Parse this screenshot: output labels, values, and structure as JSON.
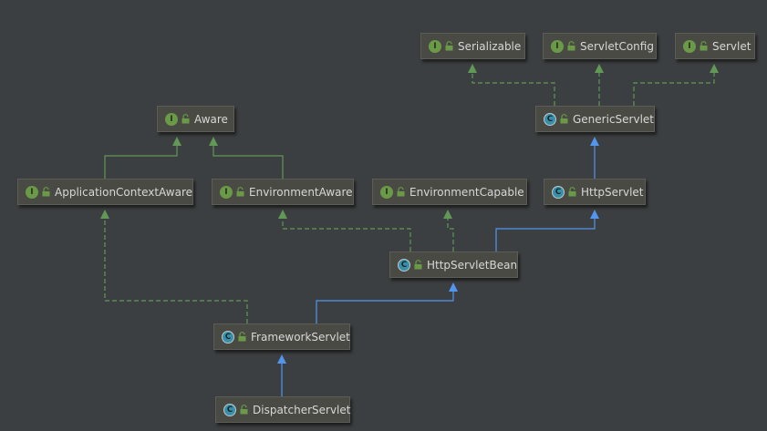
{
  "colors": {
    "background": "#3c3f41",
    "implements_edge": "#629755",
    "extends_edge": "#5394ec",
    "interface_badge": "#6a9a47",
    "class_badge": "#3a8fa8"
  },
  "nodes": [
    {
      "id": "serializable",
      "label": "Serializable",
      "kind": "I",
      "icon": "interface-icon"
    },
    {
      "id": "servletconfig",
      "label": "ServletConfig",
      "kind": "I",
      "icon": "interface-icon"
    },
    {
      "id": "servlet",
      "label": "Servlet",
      "kind": "I",
      "icon": "interface-icon"
    },
    {
      "id": "aware",
      "label": "Aware",
      "kind": "I",
      "icon": "interface-icon"
    },
    {
      "id": "genericservlet",
      "label": "GenericServlet",
      "kind": "C",
      "icon": "class-icon"
    },
    {
      "id": "applicationcontextaware",
      "label": "ApplicationContextAware",
      "kind": "I",
      "icon": "interface-icon"
    },
    {
      "id": "environmentaware",
      "label": "EnvironmentAware",
      "kind": "I",
      "icon": "interface-icon"
    },
    {
      "id": "environmentcapable",
      "label": "EnvironmentCapable",
      "kind": "I",
      "icon": "interface-icon"
    },
    {
      "id": "httpservlet",
      "label": "HttpServlet",
      "kind": "C",
      "icon": "class-icon"
    },
    {
      "id": "httpservletbean",
      "label": "HttpServletBean",
      "kind": "C",
      "icon": "class-icon"
    },
    {
      "id": "frameworkservlet",
      "label": "FrameworkServlet",
      "kind": "C",
      "icon": "class-icon"
    },
    {
      "id": "dispatcherservlet",
      "label": "DispatcherServlet",
      "kind": "C",
      "icon": "class-icon"
    }
  ],
  "edges": [
    {
      "from": "genericservlet",
      "to": "serializable",
      "type": "implements"
    },
    {
      "from": "genericservlet",
      "to": "servletconfig",
      "type": "implements"
    },
    {
      "from": "genericservlet",
      "to": "servlet",
      "type": "implements"
    },
    {
      "from": "httpservlet",
      "to": "genericservlet",
      "type": "extends"
    },
    {
      "from": "applicationcontextaware",
      "to": "aware",
      "type": "extends-interface"
    },
    {
      "from": "environmentaware",
      "to": "aware",
      "type": "extends-interface"
    },
    {
      "from": "httpservletbean",
      "to": "environmentaware",
      "type": "implements"
    },
    {
      "from": "httpservletbean",
      "to": "environmentcapable",
      "type": "implements"
    },
    {
      "from": "httpservletbean",
      "to": "httpservlet",
      "type": "extends"
    },
    {
      "from": "frameworkservlet",
      "to": "applicationcontextaware",
      "type": "implements"
    },
    {
      "from": "frameworkservlet",
      "to": "httpservletbean",
      "type": "extends"
    },
    {
      "from": "dispatcherservlet",
      "to": "frameworkservlet",
      "type": "extends"
    }
  ]
}
